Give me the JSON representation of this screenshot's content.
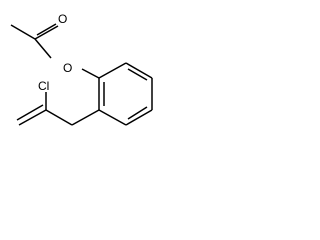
{
  "molecule": {
    "atoms": {
      "carbonyl_oxygen": "O",
      "ester_oxygen": "O",
      "chlorine": "Cl"
    }
  }
}
